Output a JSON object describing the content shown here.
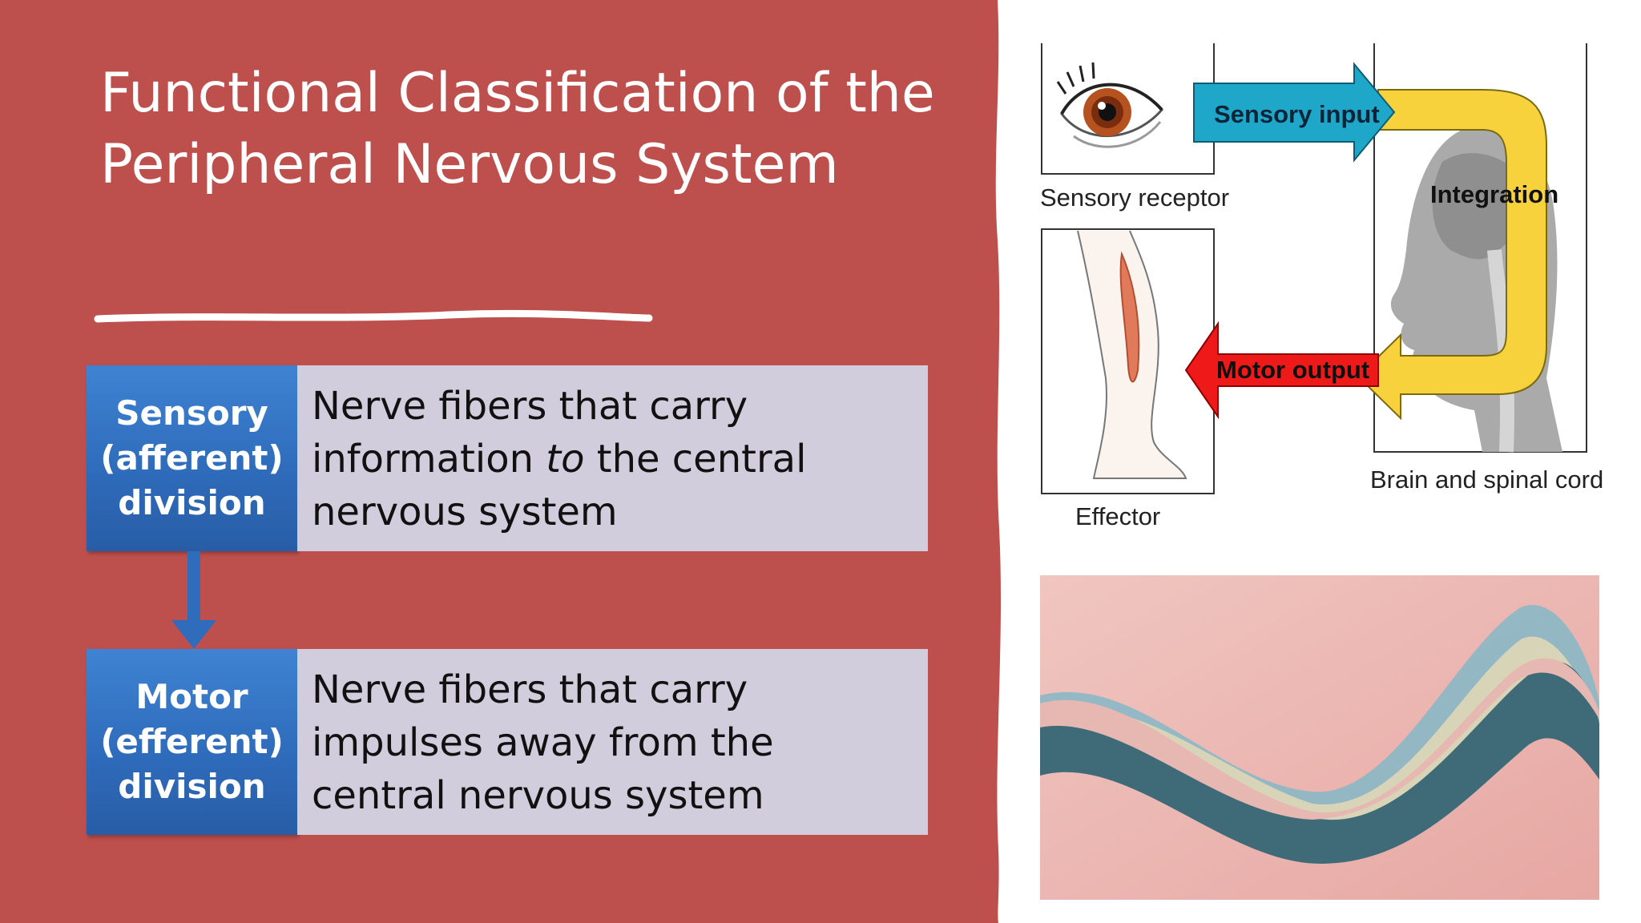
{
  "slide": {
    "title_lines": [
      "Functional Classification of the",
      "Peripheral Nervous System"
    ],
    "colors": {
      "background_red": "#bd4f4d",
      "label_blue": "#2f6cbc",
      "description_gray": "#d1cddc",
      "title_white": "#ffffff"
    }
  },
  "sensory": {
    "label_lines": [
      "Sensory",
      "(afferent)",
      "division"
    ],
    "desc_line1": "Nerve fibers that carry",
    "desc_line2_pre": "information ",
    "desc_line2_em": "to",
    "desc_line2_post": " the  central",
    "desc_line3": "nervous system"
  },
  "motor": {
    "label_lines": [
      "Motor",
      "(efferent)",
      "division"
    ],
    "desc_lines": [
      "Nerve fibers that carry",
      "impulses away from the",
      "central nervous system"
    ]
  },
  "diagram": {
    "sensory_receptor": "Sensory receptor",
    "sensory_input": "Sensory input",
    "integration": "Integration",
    "motor_output": "Motor output",
    "effector": "Effector",
    "brain_spinal": "Brain and spinal cord",
    "icons": [
      "eye-icon",
      "leg-icon",
      "head-silhouette-icon"
    ]
  },
  "image": {
    "description_icon": "abstract-ribbon-waves-image"
  }
}
